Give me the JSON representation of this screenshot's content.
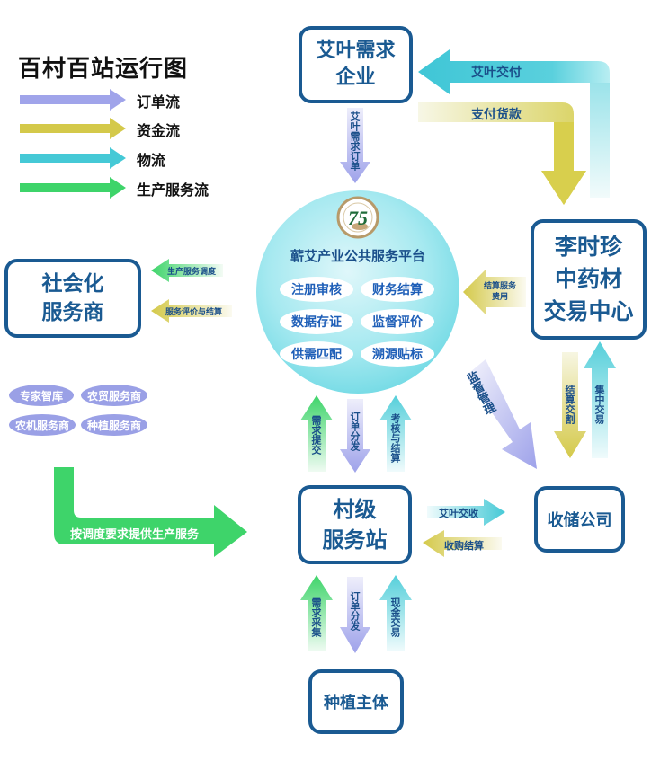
{
  "title": "百村百站运行图",
  "legend": [
    {
      "label": "订单流",
      "color": "#a0a4ea"
    },
    {
      "label": "资金流",
      "color": "#d4c94a"
    },
    {
      "label": "物流",
      "color": "#45c9d6"
    },
    {
      "label": "生产服务流",
      "color": "#3ed46a"
    }
  ],
  "nodes": {
    "enterprise": "艾叶需求\n企业",
    "lishizhen": "李时珍\n中药材\n交易中心",
    "social": "社会化\n服务商",
    "village": "村级\n服务站",
    "storage": "收储公司",
    "grower": "种植主体"
  },
  "platform": {
    "name": "蕲艾产业公共服务平台",
    "logo_text": "75",
    "services": [
      "注册审核",
      "财务结算",
      "数据存证",
      "监督评价",
      "供需匹配",
      "溯源贴标"
    ]
  },
  "providers": [
    "专家智库",
    "农贸服务商",
    "农机服务商",
    "种植服务商"
  ],
  "flows": {
    "aiye_delivery": "艾叶交付",
    "payment": "支付货款",
    "demand_order": "艾叶需求订单",
    "settle_fee": "结算服务费用",
    "prod_dispatch": "生产服务调度",
    "service_eval": "服务评价与结算",
    "supervision": "监督管理",
    "settle_trade": "结算交割",
    "central_trade": "集中交易",
    "demand_submit": "需求提交",
    "order_dispatch_1": "订单分发",
    "assess_settle": "考核与结算",
    "provide_service": "按调度要求提供生产服务",
    "aiye_receive": "艾叶交收",
    "purchase_settle": "收购结算",
    "demand_collect": "需求采集",
    "order_dispatch_2": "订单分发",
    "cash_trade": "现金交易"
  },
  "colors": {
    "order": "#a0a4ea",
    "fund": "#d4c94a",
    "logistics": "#45c9d6",
    "service": "#3ed46a",
    "box_border": "#1a5a92"
  }
}
